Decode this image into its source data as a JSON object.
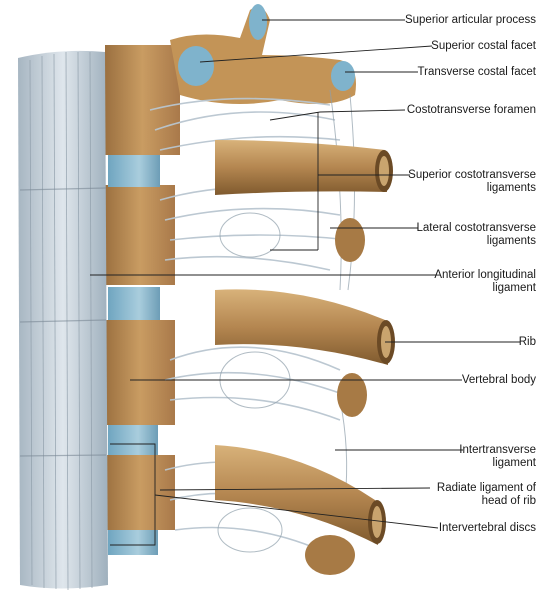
{
  "figure": {
    "colors": {
      "bone": "#b98d55",
      "bone_dark": "#8a6030",
      "bone_light": "#d9b47e",
      "ligament": "#c8d3dc",
      "ligament_dark": "#8b9aa6",
      "cartilage": "#7fb3cc",
      "label": "#1a1a1a",
      "leader": "#222222"
    }
  },
  "labels": {
    "superior_articular_process": "Superior articular process",
    "superior_costal_facet": "Superior costal facet",
    "transverse_costal_facet": "Transverse costal facet",
    "costotransverse_foramen": "Costotransverse foramen",
    "superior_costotransverse_1": "Superior costotransverse",
    "superior_costotransverse_2": "ligaments",
    "lateral_costotransverse_1": "Lateral costotransverse",
    "lateral_costotransverse_2": "ligaments",
    "anterior_longitudinal_1": "Anterior longitudinal",
    "anterior_longitudinal_2": "ligament",
    "rib": "Rib",
    "vertebral_body": "Vertebral body",
    "intertransverse_1": "Intertransverse",
    "intertransverse_2": "ligament",
    "radiate_1": "Radiate ligament of",
    "radiate_2": "head of rib",
    "intervertebral_discs": "Intervertebral discs"
  }
}
